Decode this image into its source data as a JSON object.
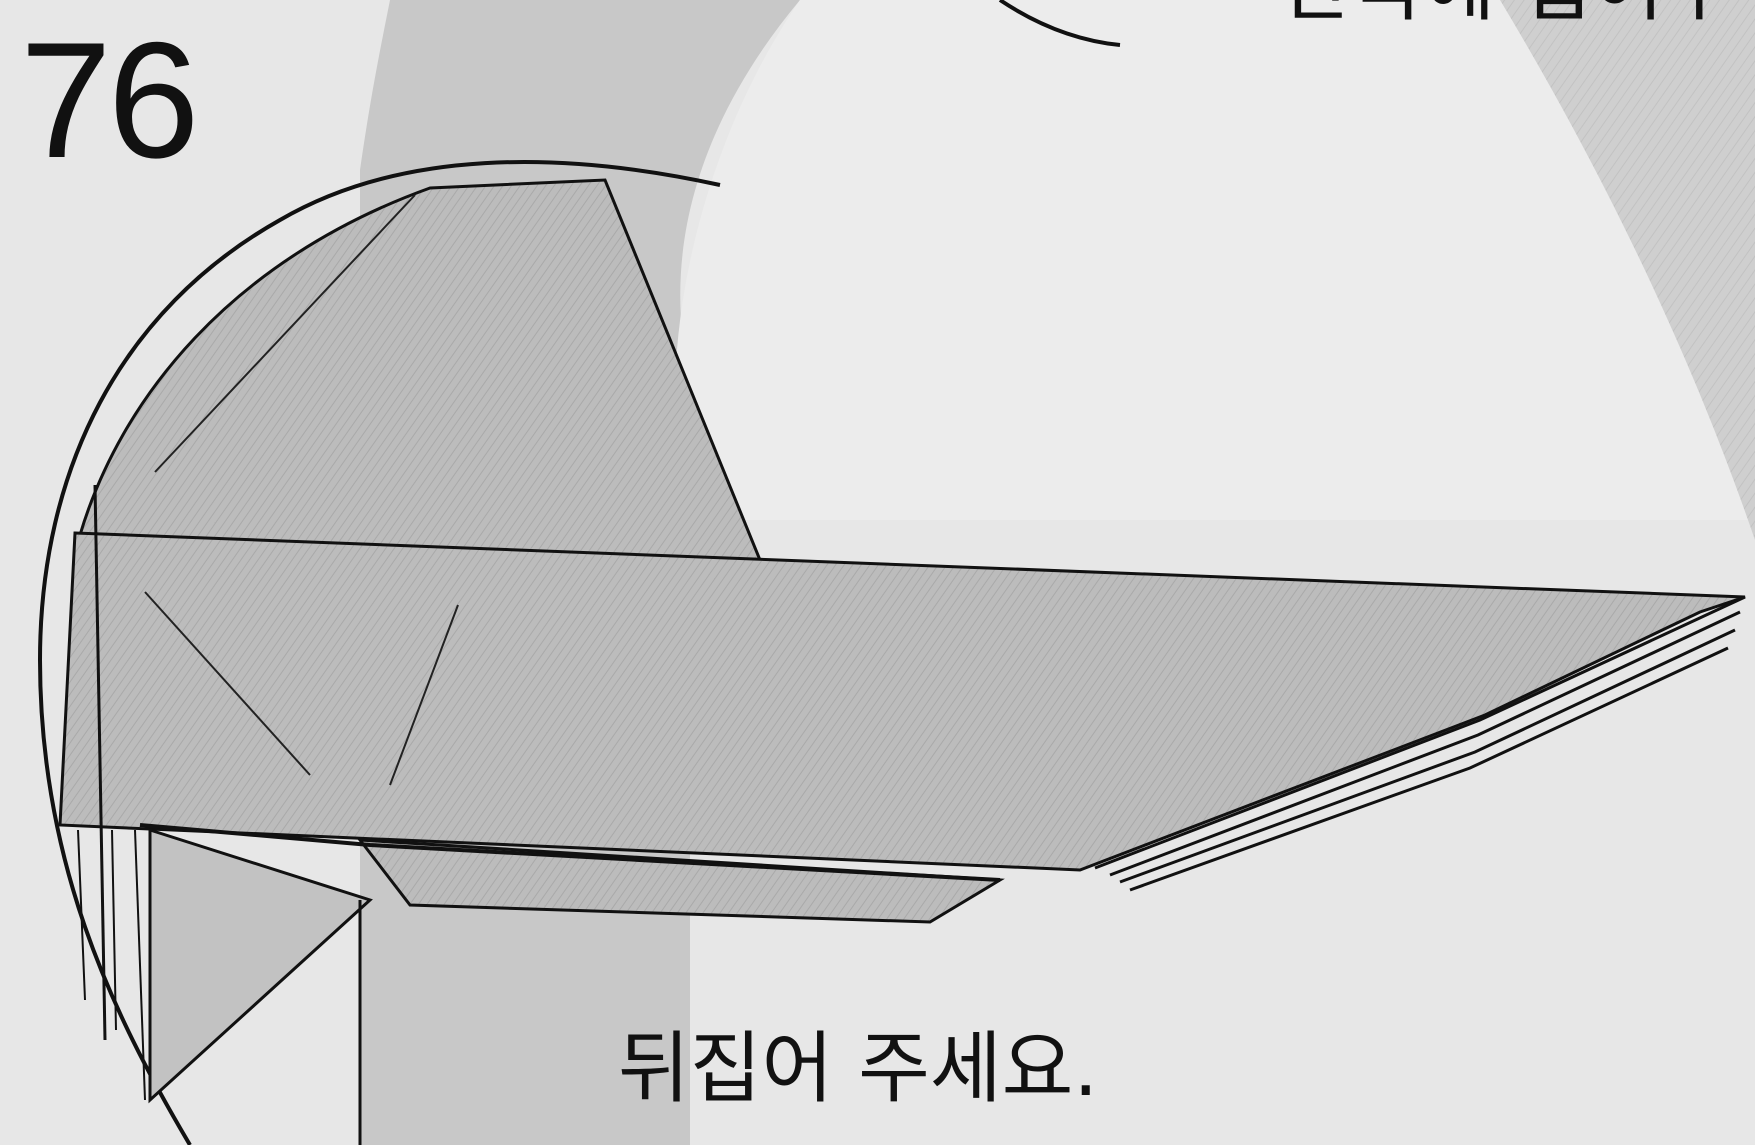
{
  "step": {
    "number": "76",
    "top_instruction": "반쪽에 접어주",
    "bottom_instruction": "뒤집어 주세요."
  },
  "colors": {
    "background": "#e6e6e6",
    "light_paper": "#ededed",
    "shaded_paper": "#b9b9b9",
    "gray_band": "#c9c9c9",
    "line": "#111111"
  }
}
